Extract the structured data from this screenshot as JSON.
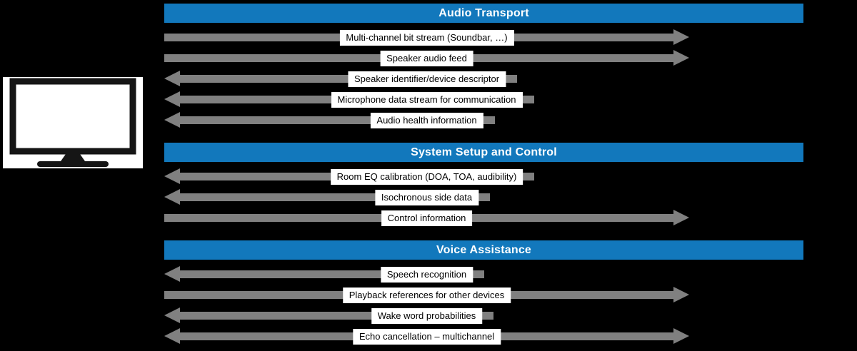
{
  "colors": {
    "header_blue": "#1278BC",
    "arrow_gray": "#808080",
    "background": "#000000",
    "label_bg": "#FFFFFF",
    "label_text": "#000000"
  },
  "icons": {
    "left_device": "tv-icon"
  },
  "sections": [
    {
      "title": "Audio Transport",
      "rows": [
        {
          "label": "Multi-channel bit stream (Soundbar, …)",
          "direction": "right"
        },
        {
          "label": "Speaker audio feed",
          "direction": "right"
        },
        {
          "label": "Speaker identifier/device descriptor",
          "direction": "left"
        },
        {
          "label": "Microphone data stream for communication",
          "direction": "left"
        },
        {
          "label": "Audio health information",
          "direction": "left"
        }
      ]
    },
    {
      "title": "System Setup and Control",
      "rows": [
        {
          "label": "Room EQ calibration (DOA, TOA, audibility)",
          "direction": "left"
        },
        {
          "label": "Isochronous side data",
          "direction": "left"
        },
        {
          "label": "Control information",
          "direction": "right"
        }
      ]
    },
    {
      "title": "Voice Assistance",
      "rows": [
        {
          "label": "Speech recognition",
          "direction": "left"
        },
        {
          "label": "Playback references for other devices",
          "direction": "right"
        },
        {
          "label": "Wake word probabilities",
          "direction": "left"
        },
        {
          "label": "Echo cancellation – multichannel",
          "direction": "both"
        }
      ]
    }
  ]
}
